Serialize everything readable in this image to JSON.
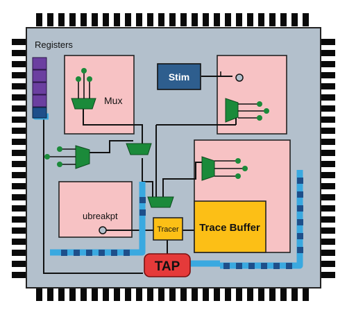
{
  "colors": {
    "background": "#ffffff",
    "chip_die": "#b3c0cc",
    "pin": "#0a0a0a",
    "block": "#f7c2c4",
    "mux": "#1b8a3a",
    "stim": "#2e5e8e",
    "trace": "#fcbf16",
    "tap": "#e53a3a",
    "register": "#6b3fa0",
    "scan": "#3aa9e0",
    "scan_cell": "#1e4f8a",
    "wire": "#111111"
  },
  "labels": {
    "registers": "Registers",
    "mux": "Mux",
    "stim": "Stim",
    "ubreakpt": "ubreakpt",
    "tracer": "Tracer",
    "trace_buffer": "Trace Buffer",
    "tap": "TAP"
  },
  "icons": {
    "mux": "trapezoid-mux-icon",
    "probe": "probe-circle-icon",
    "pin": "square-pin-icon"
  }
}
